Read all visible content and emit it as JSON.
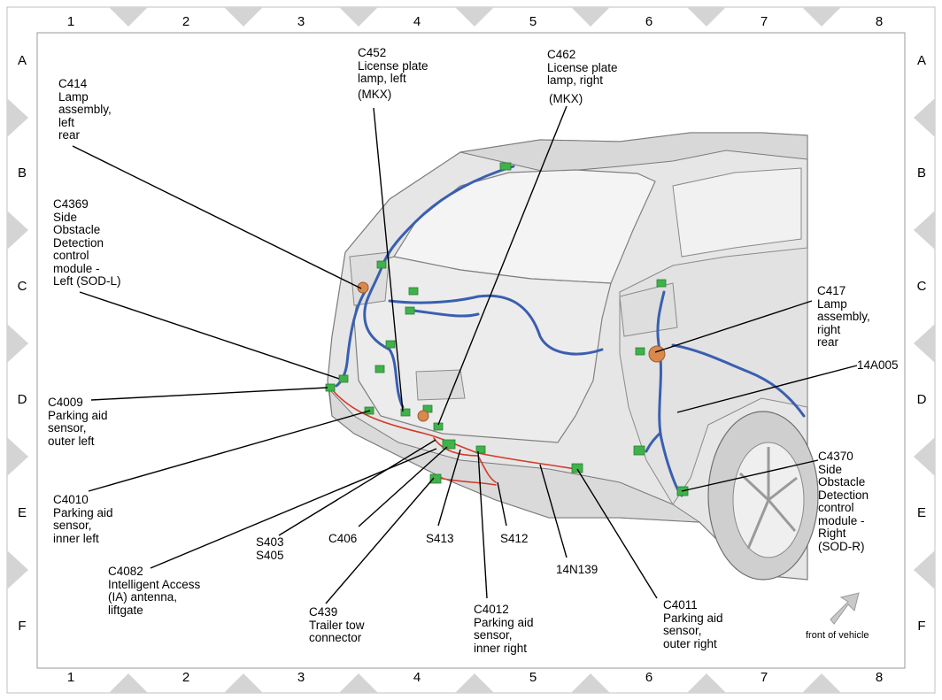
{
  "grid": {
    "columns": [
      "1",
      "2",
      "3",
      "4",
      "5",
      "6",
      "7",
      "8"
    ],
    "rows": [
      "A",
      "B",
      "C",
      "D",
      "E",
      "F"
    ]
  },
  "labels": {
    "c414": "C414\nLamp\nassembly,\nleft\nrear",
    "c452": "C452\nLicense plate\nlamp, left",
    "c452_mkx": "(MKX)",
    "c462": "C462\nLicense plate\nlamp, right",
    "c462_mkx": "(MKX)",
    "c4369": "C4369\nSide\nObstacle\nDetection\ncontrol\nmodule -\nLeft (SOD-L)",
    "c417": "C417\nLamp\nassembly,\nright\nrear",
    "p14a005": "14A005",
    "c4009": "C4009\nParking aid\nsensor,\nouter left",
    "c4010": "C4010\nParking aid\nsensor,\ninner left",
    "c4370": "C4370\nSide\nObstacle\nDetection\ncontrol\nmodule -\nRight\n(SOD-R)",
    "s403": "S403\nS405",
    "c406": "C406",
    "s413": "S413",
    "s412": "S412",
    "p14n139": "14N139",
    "c4082": "C4082\nIntelligent Access\n(IA) antenna,\nliftgate",
    "c439": "C439\nTrailer tow\nconnector",
    "c4012": "C4012\nParking aid\nsensor,\ninner right",
    "c4011": "C4011\nParking aid\nsensor,\nouter right",
    "front": "front of vehicle"
  },
  "colors": {
    "harness_blue": "#3a5fb0",
    "harness_red": "#d43a2a",
    "connector_green": "#3fb24a",
    "lamp_orange": "#d9894e",
    "vehicle_fill": "#e6e6e6",
    "triangle": "#d4d4d4"
  }
}
